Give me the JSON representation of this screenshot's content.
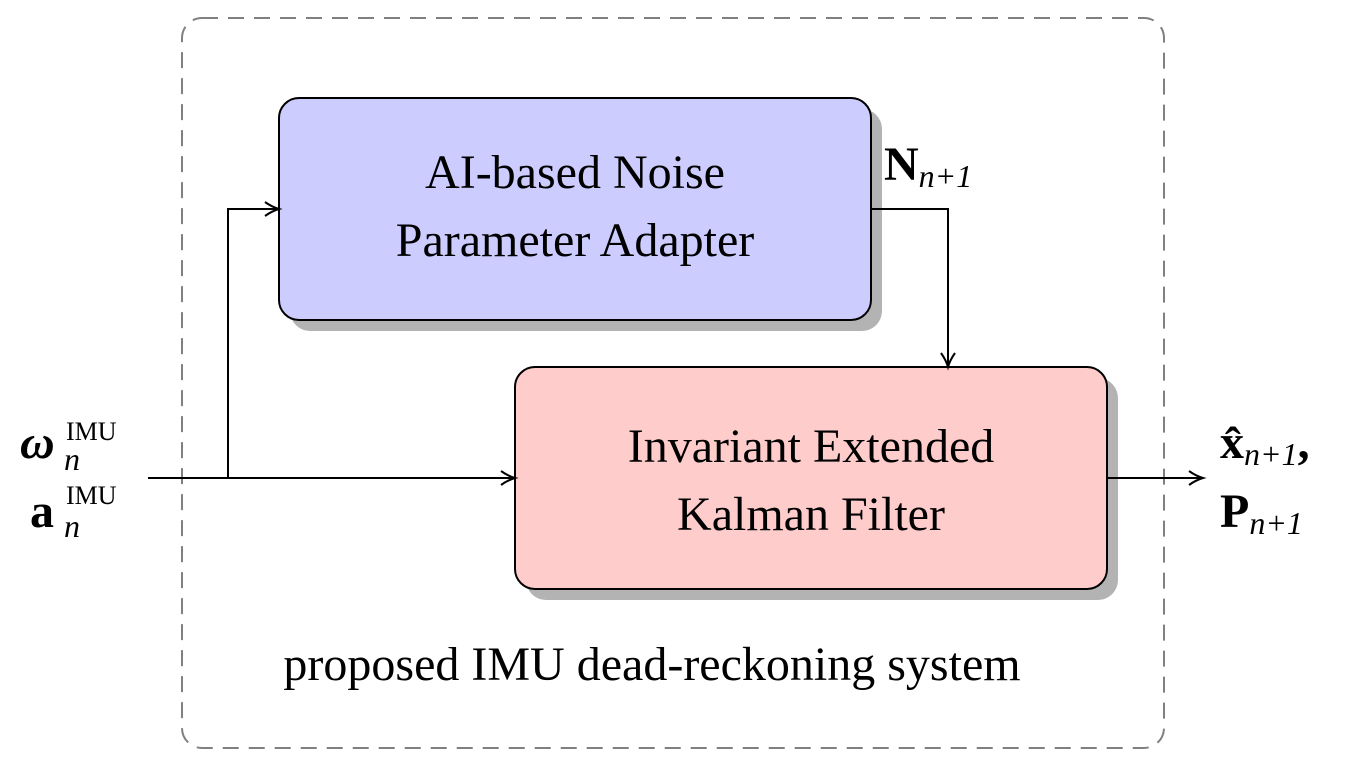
{
  "system": {
    "caption": "proposed IMU dead-reckoning system"
  },
  "adapter_block": {
    "line1": "AI-based Noise",
    "line2": "Parameter Adapter",
    "fill": "#ccccff"
  },
  "filter_block": {
    "line1": "Invariant Extended",
    "line2": "Kalman Filter",
    "fill": "#ffcccc"
  },
  "signals": {
    "noise_param": {
      "main": "N",
      "sub": "n+1"
    },
    "input_omega": {
      "main": "ω",
      "sub": "n",
      "sup": "IMU"
    },
    "input_accel": {
      "main": "a",
      "sub": "n",
      "sup": "IMU"
    },
    "output_state": {
      "main": "x̂",
      "sub": "n+1",
      "suffix": ","
    },
    "output_cov": {
      "main": "P",
      "sub": "n+1"
    }
  }
}
